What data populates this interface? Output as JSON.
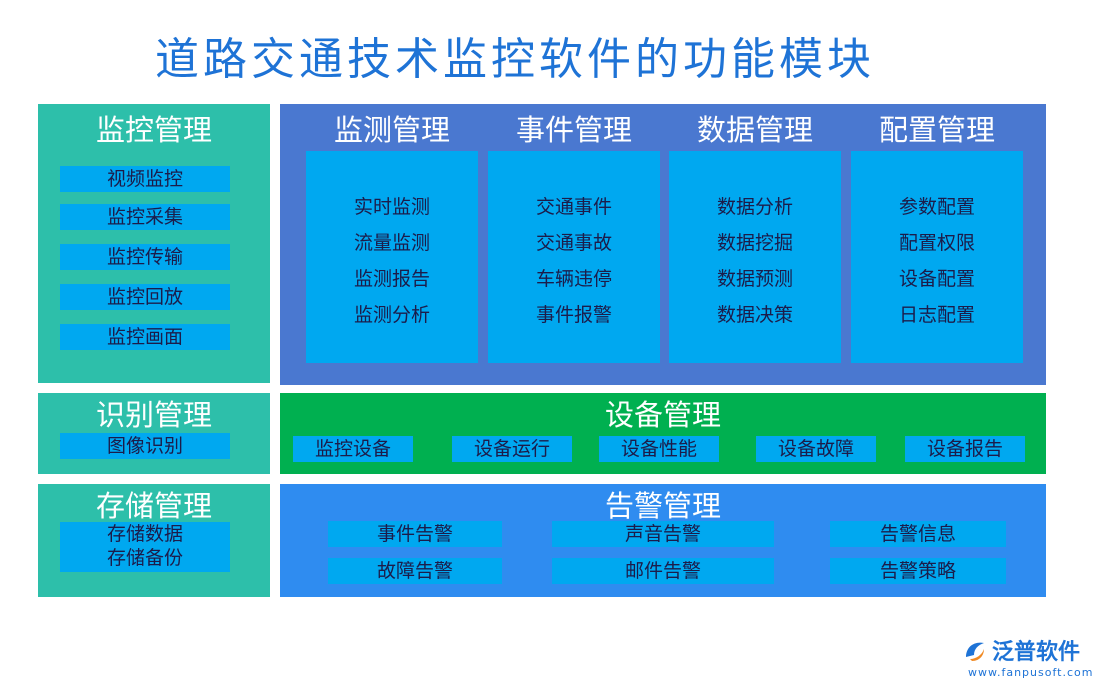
{
  "title": "道路交通技术监控软件的功能模块",
  "monitor": {
    "title": "监控管理",
    "items": [
      "视频监控",
      "监控采集",
      "监控传输",
      "监控回放",
      "监控画面"
    ]
  },
  "columns": [
    {
      "title": "监测管理",
      "items": [
        "实时监测",
        "流量监测",
        "监测报告",
        "监测分析"
      ]
    },
    {
      "title": "事件管理",
      "items": [
        "交通事件",
        "交通事故",
        "车辆违停",
        "事件报警"
      ]
    },
    {
      "title": "数据管理",
      "items": [
        "数据分析",
        "数据挖掘",
        "数据预测",
        "数据决策"
      ]
    },
    {
      "title": "配置管理",
      "items": [
        "参数配置",
        "配置权限",
        "设备配置",
        "日志配置"
      ]
    }
  ],
  "recognition": {
    "title": "识别管理",
    "items": [
      "图像识别"
    ]
  },
  "device": {
    "title": "设备管理",
    "items": [
      "监控设备",
      "设备运行",
      "设备性能",
      "设备故障",
      "设备报告"
    ]
  },
  "storage": {
    "title": "存储管理",
    "items": [
      "存储数据",
      "存储备份"
    ]
  },
  "alarm": {
    "title": "告警管理",
    "items": [
      "事件告警",
      "声音告警",
      "告警信息",
      "故障告警",
      "邮件告警",
      "告警策略"
    ]
  },
  "logo": {
    "name": "泛普软件",
    "url": "www.fanpusoft.com",
    "icon": "fanpu-logo-icon"
  },
  "colors": {
    "title": "#1e73d6",
    "teal": "#2dbfaa",
    "blue": "#4a78d0",
    "green": "#00b050",
    "light_blue": "#2f8cf0",
    "chip": "#00a8f0"
  }
}
